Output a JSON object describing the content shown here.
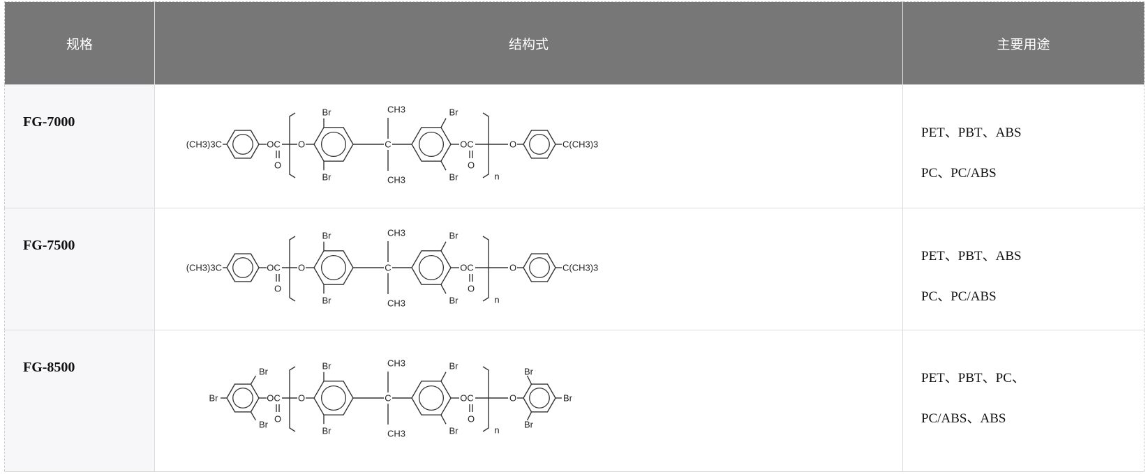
{
  "header": {
    "spec": "规格",
    "structure": "结构式",
    "uses": "主要用途"
  },
  "rows": [
    {
      "spec": "FG-7000",
      "end_group": "tert-butylphenyl",
      "uses": [
        "PET、PBT、ABS",
        "PC、PC/ABS"
      ]
    },
    {
      "spec": "FG-7500",
      "end_group": "tert-butylphenyl",
      "uses": [
        "PET、PBT、ABS",
        "PC、PC/ABS"
      ]
    },
    {
      "spec": "FG-8500",
      "end_group": "tribromophenyl",
      "uses": [
        "PET、PBT、PC、",
        "PC/ABS、ABS"
      ]
    }
  ],
  "structure_labels": {
    "br": "Br",
    "ch3": "CH3",
    "tbu_left": "(CH3)3C",
    "tbu_right": "C(CH3)3",
    "oc": "OC",
    "o": "O",
    "c": "C",
    "n": "n"
  }
}
